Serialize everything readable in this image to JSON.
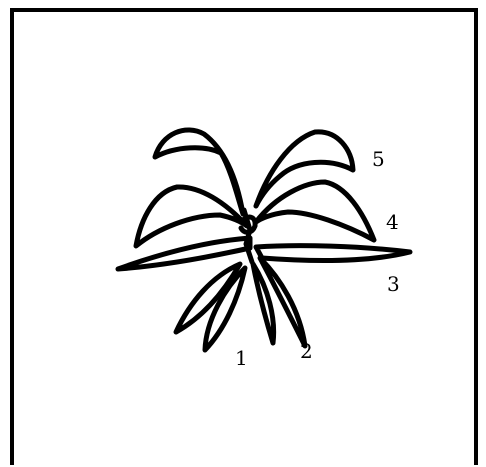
{
  "labels": {
    "leaf_1": "1",
    "leaf_2": "2",
    "leaf_3": "3",
    "leaf_4": "4",
    "leaf_5": "5"
  },
  "colors": {
    "ink": "#000000",
    "paper": "#ffffff"
  }
}
